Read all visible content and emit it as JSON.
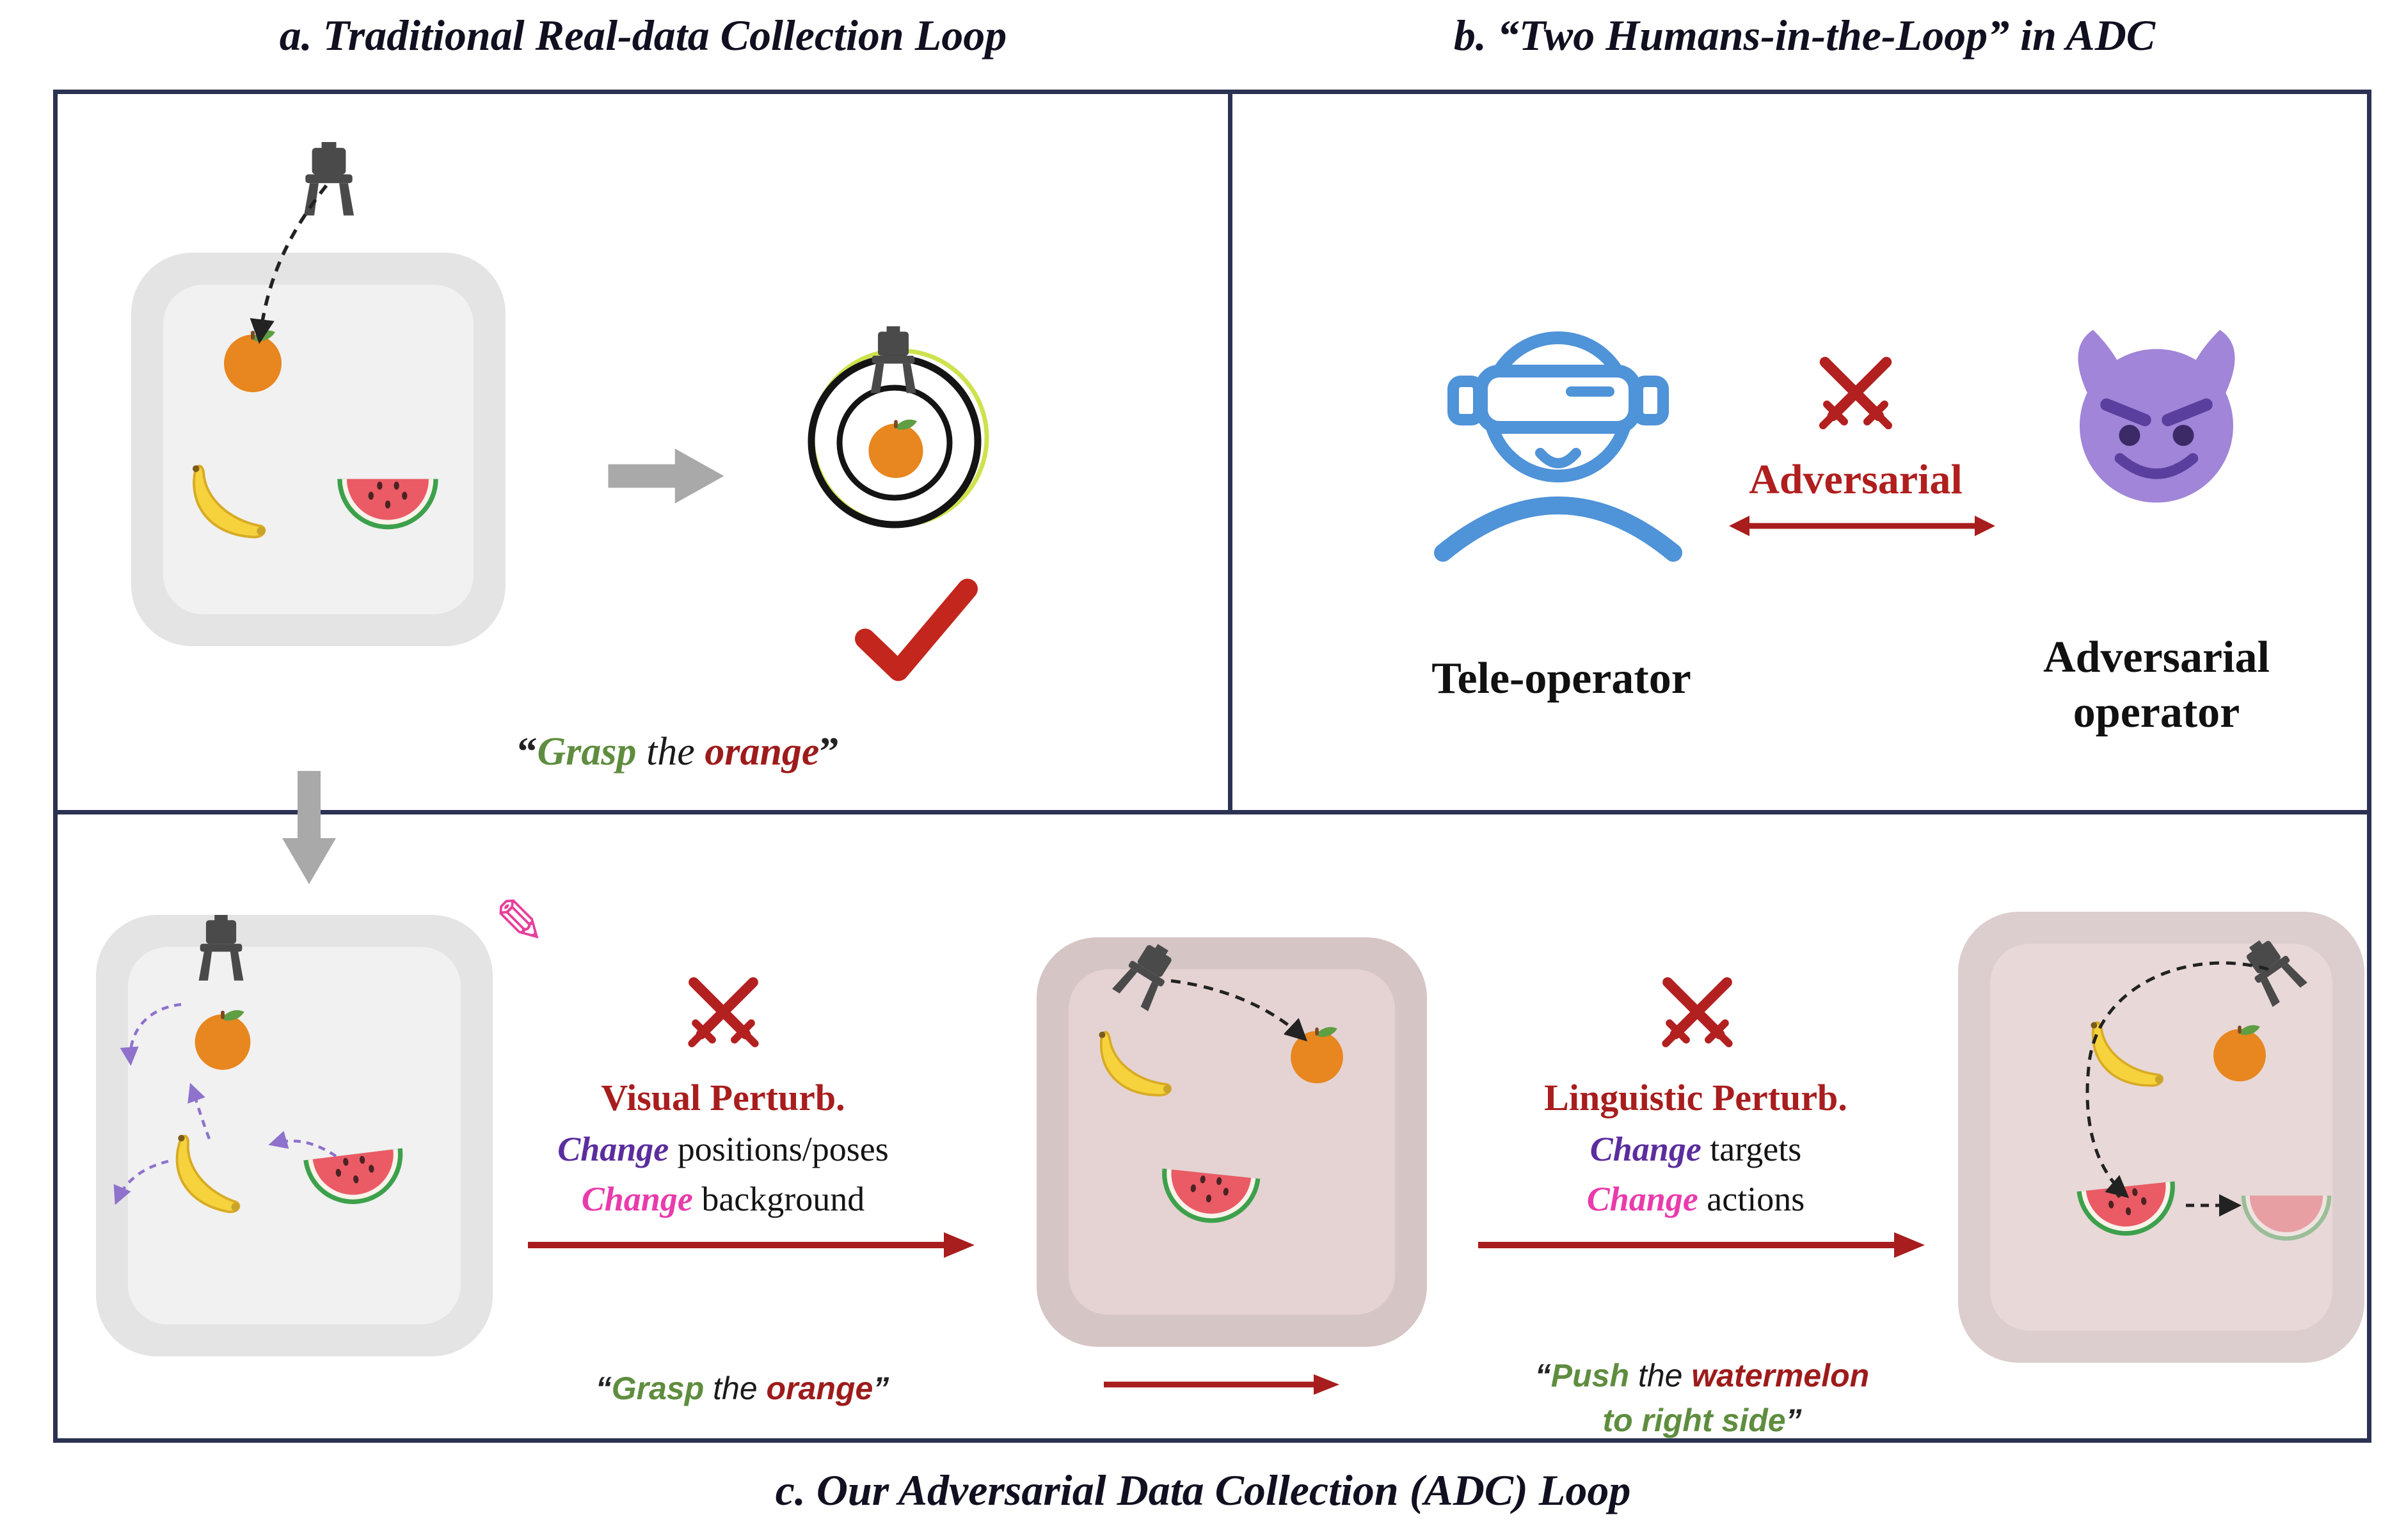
{
  "figure": {
    "panel_a_title": "a. Traditional Real-data Collection Loop",
    "panel_b_title": "b. “Two Humans-in-the-Loop” in ADC",
    "panel_c_title": "c. Our Adversarial Data Collection (ADC) Loop"
  },
  "panel_a": {
    "caption": {
      "open_quote": "“",
      "verb": "Grasp",
      "middle": " the ",
      "object": "orange",
      "close_quote": "”"
    }
  },
  "panel_b": {
    "adversarial_label": "Adversarial",
    "tele_operator_label": "Tele-operator",
    "adversarial_operator_line1": "Adversarial",
    "adversarial_operator_line2": "operator"
  },
  "panel_c": {
    "visual_perturb": {
      "heading": "Visual Perturb.",
      "row1_emph": "Change",
      "row1_rest": " positions/poses",
      "row2_emph": "Change",
      "row2_rest": " background"
    },
    "linguistic_perturb": {
      "heading": "Linguistic Perturb.",
      "row1_emph": "Change",
      "row1_rest": " targets",
      "row2_emph": "Change",
      "row2_rest": " actions"
    },
    "caption_grasp": {
      "open_quote": "“",
      "verb": "Grasp",
      "middle": " the ",
      "object": "orange",
      "close_quote": "”"
    },
    "caption_push": {
      "open_quote": "“",
      "verb": "Push",
      "middle": " the ",
      "object": "watermelon",
      "line2": "to right side",
      "close_quote": "”"
    }
  },
  "icons": {
    "pencil": "✎"
  },
  "colors": {
    "border_navy": "#2b3252",
    "dark_red_text": "#a81d1d",
    "check_red": "#c3261d",
    "green_text": "#5f8d3f",
    "maroon_text": "#9e1b1b",
    "purple_text": "#5b2d9e",
    "magenta_text": "#e93bac",
    "operator_blue": "#4f93d8",
    "devil_purple": "#a085d8",
    "orange_fruit": "#e8861f",
    "banana_yellow": "#f6d33c",
    "watermelon_red": "#ea5b66",
    "table_gray": "#e4e4e4",
    "table_mauve": "#d6c5c5"
  }
}
